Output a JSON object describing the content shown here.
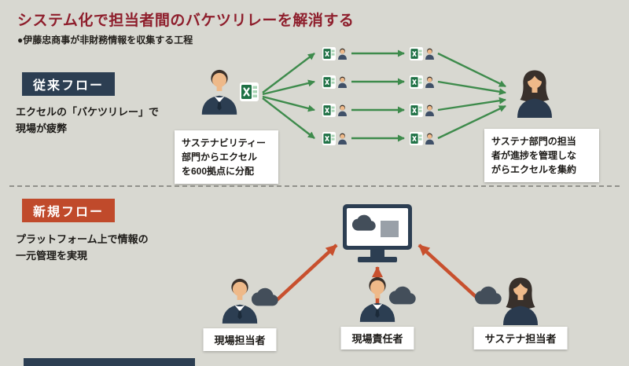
{
  "header": {
    "title": "システム化で担当者間のバケツリレーを解消する",
    "subtitle": "●伊藤忠商事が非財務情報を収集する工程"
  },
  "legacy_flow": {
    "badge": "従来フロー",
    "description": "エクセルの「バケツリレー」で\n現場が疲弊",
    "distribute_note": "サステナビリティー\n部門からエクセル\nを600拠点に分配",
    "aggregate_note": "サステナ部門の担当\n者が進捗を管理しな\nがらエクセルを集約"
  },
  "new_flow": {
    "badge": "新規フロー",
    "description": "プラットフォーム上で情報の\n一元管理を実現",
    "roles": [
      {
        "label": "現場担当者"
      },
      {
        "label": "現場責任者"
      },
      {
        "label": "サステナ担当者"
      }
    ]
  },
  "icons": {
    "excel_file": "excel-file-icon",
    "person_male": "businessman-icon",
    "person_female": "businesswoman-icon",
    "cloud": "cloud-icon",
    "monitor": "platform-monitor-icon"
  },
  "colors": {
    "background": "#d8d8d1",
    "title_red": "#8e1e2c",
    "legacy_badge": "#2c3e52",
    "new_badge": "#c04a2b",
    "arrow_green": "#3e8b4c",
    "arrow_red": "#c8502e",
    "excel_green": "#1e7145"
  }
}
